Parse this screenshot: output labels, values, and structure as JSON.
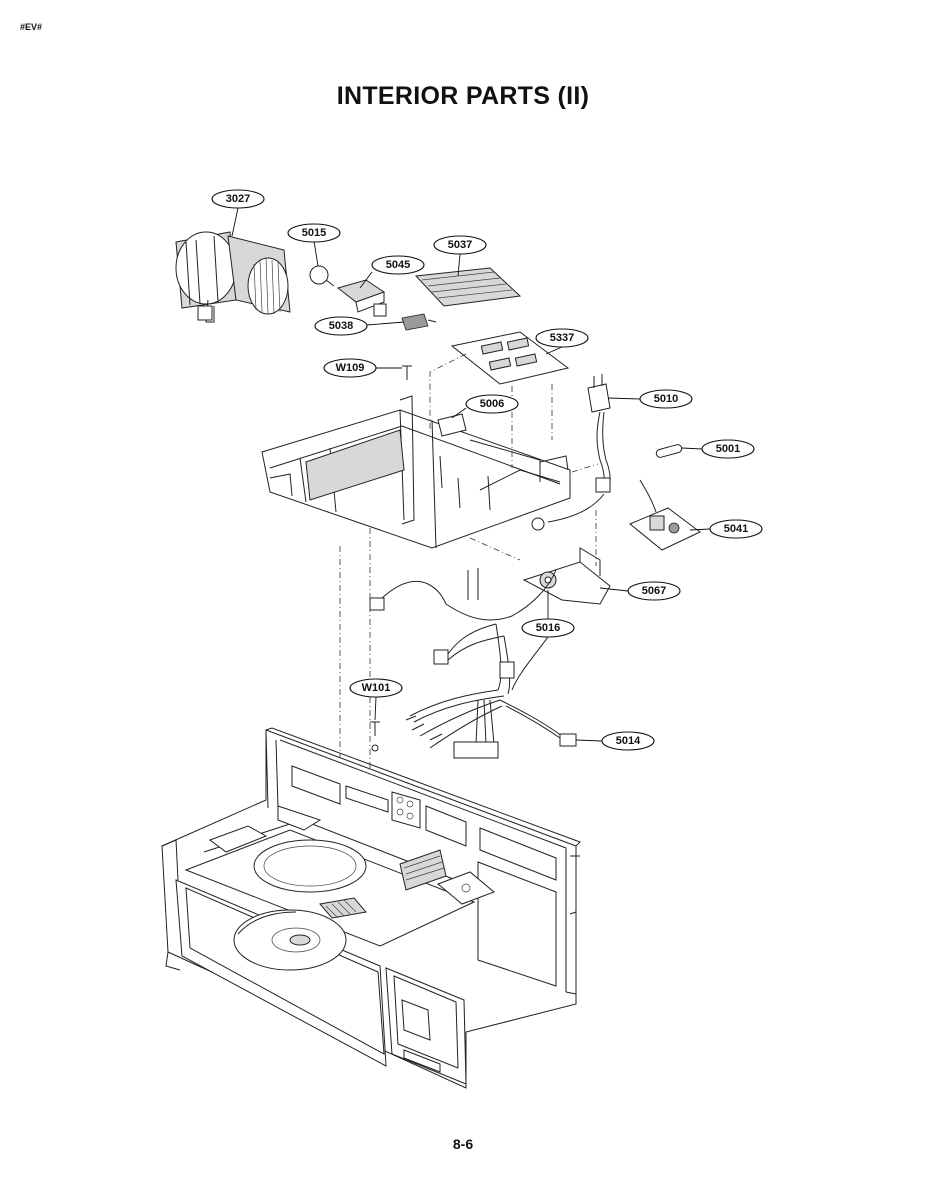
{
  "header": {
    "tag": "#EV#",
    "title": "INTERIOR PARTS (II)"
  },
  "footer": {
    "page_number": "8-6"
  },
  "callouts": [
    {
      "id": "3027",
      "label": "3027"
    },
    {
      "id": "5015",
      "label": "5015"
    },
    {
      "id": "5045",
      "label": "5045"
    },
    {
      "id": "5037",
      "label": "5037"
    },
    {
      "id": "5038",
      "label": "5038"
    },
    {
      "id": "5337",
      "label": "5337"
    },
    {
      "id": "W109",
      "label": "W109"
    },
    {
      "id": "5006",
      "label": "5006"
    },
    {
      "id": "5010",
      "label": "5010"
    },
    {
      "id": "5001",
      "label": "5001"
    },
    {
      "id": "5041",
      "label": "5041"
    },
    {
      "id": "5067",
      "label": "5067"
    },
    {
      "id": "5016",
      "label": "5016"
    },
    {
      "id": "W101",
      "label": "W101"
    },
    {
      "id": "5014",
      "label": "5014"
    }
  ]
}
